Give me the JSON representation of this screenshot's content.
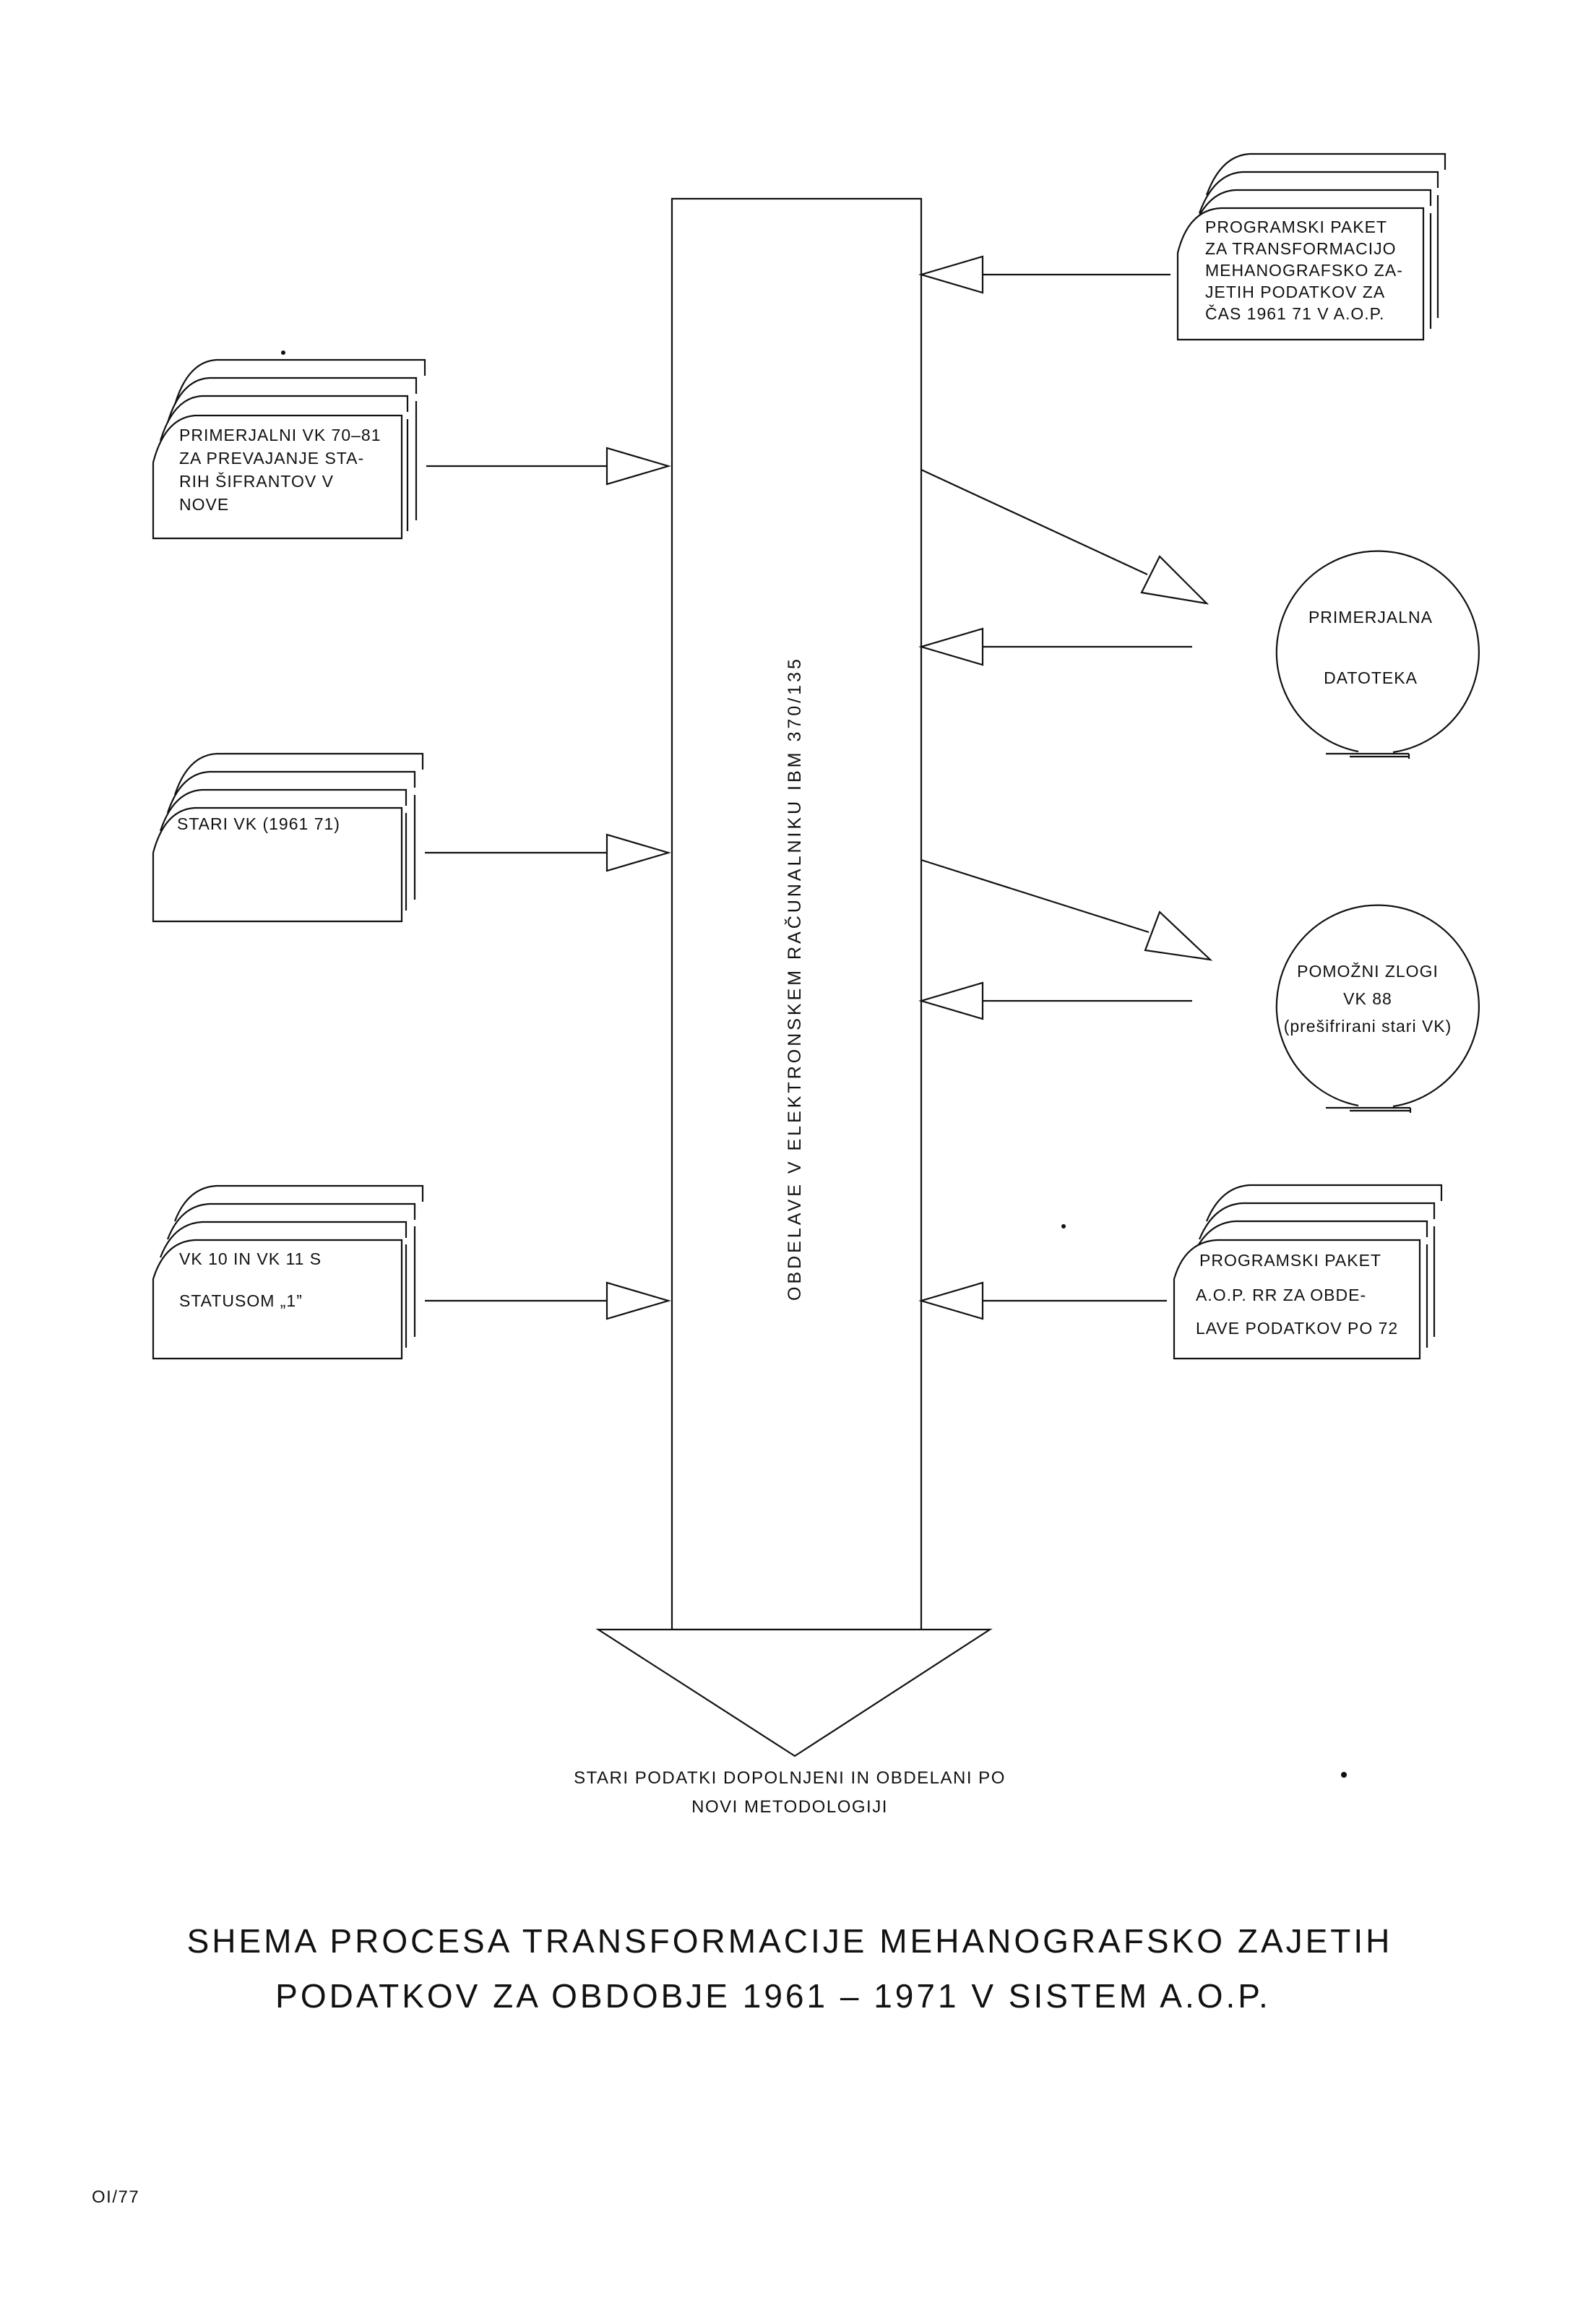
{
  "central_box": {
    "label": "OBDELAVE V ELEKTRONSKEM RAČUNALNIKU IBM 370/135"
  },
  "inputs_left": [
    {
      "lines": [
        "PRIMERJALNI VK 70–81",
        "ZA PREVAJANJE STA-",
        "RIH ŠIFRANTOV V",
        "NOVE"
      ]
    },
    {
      "lines": [
        "STARI VK (1961 71)"
      ]
    },
    {
      "lines": [
        "VK 10 IN VK 11 S",
        "STATUSOM „1”"
      ]
    }
  ],
  "inputs_right": [
    {
      "lines": [
        "PROGRAMSKI PAKET",
        "ZA TRANSFORMACIJO",
        "MEHANOGRAFSKO ZA-",
        "JETIH PODATKOV ZA",
        "ČAS 1961 71 V A.O.P."
      ]
    },
    {
      "lines": [
        "PROGRAMSKI PAKET",
        "A.O.P. RR ZA OBDE-",
        "LAVE PODATKOV PO 72"
      ]
    }
  ],
  "files_right": [
    {
      "lines": [
        "PRIMERJALNA",
        "DATOTEKA"
      ]
    },
    {
      "lines": [
        "POMOŽNI ZLOGI",
        "VK 88",
        "(prešifrirani stari VK)"
      ]
    }
  ],
  "output": {
    "lines": [
      "STARI PODATKI DOPOLNJENI IN OBDELANI PO",
      "NOVI METODOLOGIJI"
    ]
  },
  "title": {
    "lines": [
      "SHEMA PROCESA TRANSFORMACIJE MEHANOGRAFSKO ZAJETIH",
      "PODATKOV ZA OBDOBJE 1961 – 1971 V SISTEM A.O.P."
    ]
  },
  "page_code": "OI/77"
}
